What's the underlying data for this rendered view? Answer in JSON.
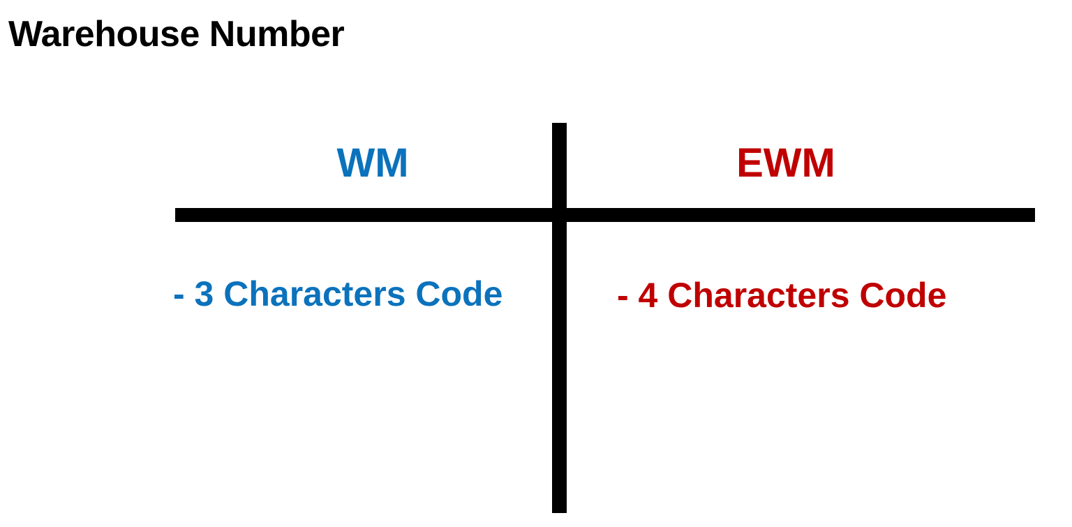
{
  "slide": {
    "title": "Warehouse Number",
    "background_color": "#ffffff",
    "title_color": "#000000",
    "divider_color": "#000000"
  },
  "columns": [
    {
      "id": "wm",
      "header": "WM",
      "color": "#0b72bc",
      "bullets": [
        "- 3 Characters Code"
      ]
    },
    {
      "id": "ewm",
      "header": "EWM",
      "color": "#c00000",
      "bullets": [
        "- 4 Characters Code"
      ]
    }
  ]
}
